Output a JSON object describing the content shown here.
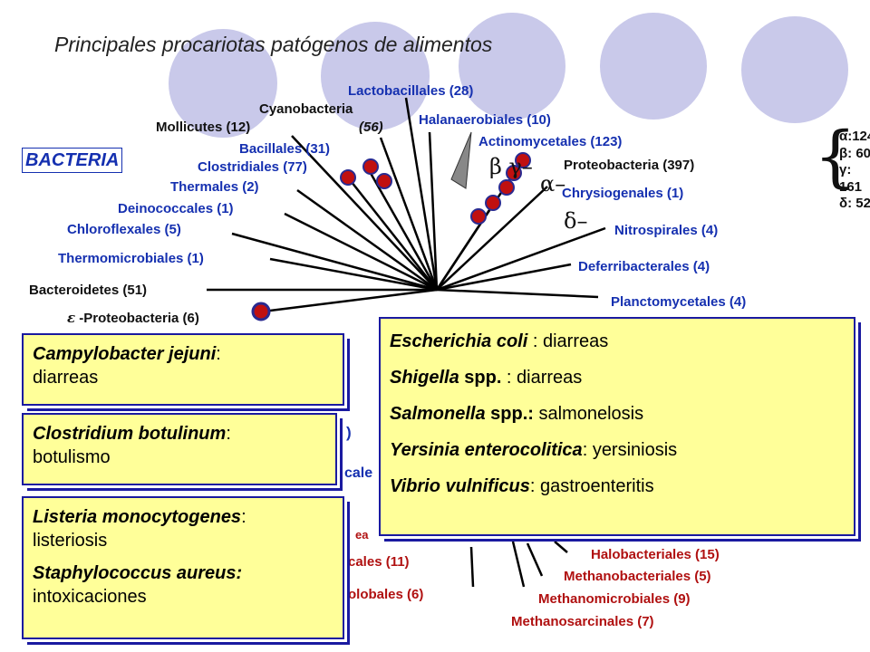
{
  "title": "Principales procariotas patógenos de alimentos",
  "domain_label": "BACTERIA",
  "bacteria_labels": [
    {
      "id": "lactobacillales",
      "text": "Lactobacillales (28)"
    },
    {
      "id": "cyanobacteria",
      "text": "Cyanobacteria"
    },
    {
      "id": "cyanobacteria-count",
      "text": "(56)"
    },
    {
      "id": "halanaerobiales",
      "text": "Halanaerobiales (10)"
    },
    {
      "id": "mollicutes",
      "text": "Mollicutes (12)"
    },
    {
      "id": "actinomycetales",
      "text": "Actinomycetales (123)"
    },
    {
      "id": "bacillales",
      "text": "Bacillales (31)"
    },
    {
      "id": "clostridiales",
      "text": "Clostridiales (77)"
    },
    {
      "id": "proteobacteria",
      "text": "Proteobacteria (397)"
    },
    {
      "id": "thermales",
      "text": "Thermales (2)"
    },
    {
      "id": "chrysiogenales",
      "text": "Chrysiogenales (1)"
    },
    {
      "id": "deinococcales",
      "text": "Deinococcales (1)"
    },
    {
      "id": "chloroflexales",
      "text": "Chloroflexales (5)"
    },
    {
      "id": "nitrospirales",
      "text": "Nitrospirales (4)"
    },
    {
      "id": "thermomicrobiales",
      "text": "Thermomicrobiales (1)"
    },
    {
      "id": "deferribacterales",
      "text": "Deferribacterales (4)"
    },
    {
      "id": "bacteroidetes",
      "text": "Bacteroidetes (51)"
    },
    {
      "id": "planctomycetales",
      "text": "Planctomycetales (4)"
    },
    {
      "id": "epsilon-proteobacteria",
      "text": "-Proteobacteria (6)"
    }
  ],
  "archaea_labels": [
    {
      "id": "halobacteriales",
      "text": "Halobacteriales (15)"
    },
    {
      "id": "methanobacteriales",
      "text": "Methanobacteriales (5)"
    },
    {
      "id": "methanomicrobiales",
      "text": "Methanomicrobiales (9)"
    },
    {
      "id": "methanosarcinales",
      "text": "Methanosarcinales (7)"
    }
  ],
  "partial_labels": [
    "cales (11)",
    "olobales (6)",
    "cale",
    "ea",
    ")"
  ],
  "greek": {
    "beta_gamma": "β γ–",
    "alpha": "α–",
    "delta": "δ–",
    "epsilon": "ε"
  },
  "proteobacteria_counts": [
    "α:124",
    "β: 60",
    "γ: 161",
    "δ: 52"
  ],
  "boxes": {
    "campylobacter": {
      "species": "Campylobacter jejuni",
      "sep": ":",
      "disease": "diarreas"
    },
    "clostridium": {
      "species": "Clostridium botulinum",
      "sep": ":",
      "disease": "botulismo"
    },
    "listeria": {
      "species": "Listeria monocytogenes",
      "sep": ":",
      "disease": "listeriosis"
    },
    "staphylococcus": {
      "species": "Staphylococcus aureus:",
      "disease": "intoxicaciones"
    },
    "enterics": [
      {
        "species": "Escherichia coli",
        "sep": " : ",
        "disease": "diarreas"
      },
      {
        "species": "Shigella",
        "species_suffix": " spp.",
        "sep": " : ",
        "disease": "diarreas"
      },
      {
        "species": "Salmonella",
        "species_suffix": " spp.:",
        "sep": " ",
        "disease": "salmonelosis"
      },
      {
        "species": "Yersinia enterocolitica",
        "sep": ": ",
        "disease": "yersiniosis"
      },
      {
        "species": "Vibrio vulnificus",
        "sep": ": ",
        "disease": "gastroenteritis"
      }
    ]
  }
}
